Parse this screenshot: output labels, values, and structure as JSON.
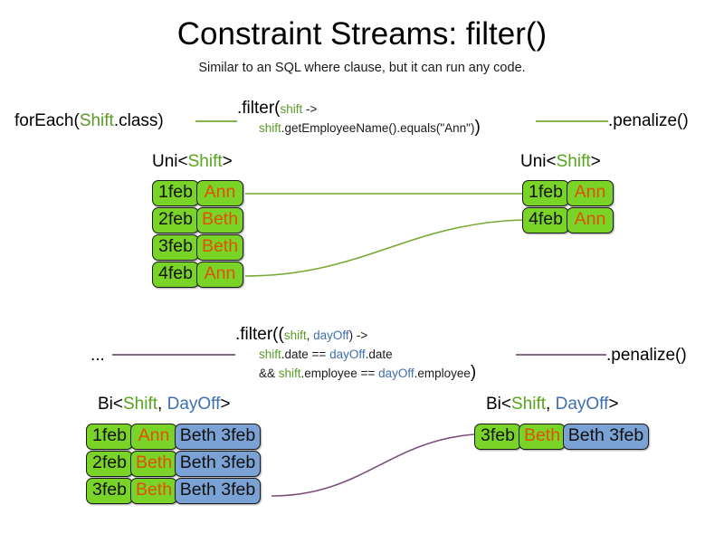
{
  "slide": {
    "title": "Constraint Streams: filter()",
    "subtitle": "Similar to an SQL where clause, but it can run any code."
  },
  "colors": {
    "green_fill": "#7ad327",
    "blue_fill": "#7ba2d4",
    "name_text": "#e2500a",
    "shift_token": "#5b9a27",
    "dayOff_token": "#3f6fae",
    "wire_green": "#76a832",
    "wire_purple": "#7b4f7b",
    "box_border": "#1a1a1a"
  },
  "uni_pipeline": {
    "source_label": "forEach(",
    "source_type": "Shift",
    "source_suffix": ".class)",
    "filter_head": ".filter(",
    "filter_param": "shift",
    "filter_arrow": " ->",
    "filter_body_prefix": "shift",
    "filter_body_rest": ".getEmployeeName().equals(\"Ann\")",
    "filter_close": ")",
    "penalize_label": ".penalize()",
    "input_type_label": {
      "prefix": "Uni<",
      "generic": "Shift",
      "suffix": ">"
    },
    "output_type_label": {
      "prefix": "Uni<",
      "generic": "Shift",
      "suffix": ">"
    },
    "input_rows": [
      {
        "date": "1feb",
        "name": "Ann"
      },
      {
        "date": "2feb",
        "name": "Beth"
      },
      {
        "date": "3feb",
        "name": "Beth"
      },
      {
        "date": "4feb",
        "name": "Ann"
      }
    ],
    "output_rows": [
      {
        "date": "1feb",
        "name": "Ann"
      },
      {
        "date": "4feb",
        "name": "Ann"
      }
    ]
  },
  "bi_pipeline": {
    "source_label": "...",
    "filter_head": ".filter((",
    "filter_param_1": "shift",
    "filter_param_sep": ", ",
    "filter_param_2": "dayOff",
    "filter_arrow": ") ->",
    "filter_line2": [
      {
        "text": "shift",
        "token": "shift"
      },
      {
        "text": ".date == ",
        "token": "plain"
      },
      {
        "text": "dayOff",
        "token": "dayOff"
      },
      {
        "text": ".date",
        "token": "plain"
      }
    ],
    "filter_line3": [
      {
        "text": "&& ",
        "token": "plain"
      },
      {
        "text": "shift",
        "token": "shift"
      },
      {
        "text": ".employee == ",
        "token": "plain"
      },
      {
        "text": "dayOff",
        "token": "dayOff"
      },
      {
        "text": ".employee",
        "token": "plain"
      }
    ],
    "filter_close": ")",
    "penalize_label": ".penalize()",
    "input_type_label": {
      "prefix": "Bi<",
      "generic1": "Shift",
      "sep": ", ",
      "generic2": "DayOff",
      "suffix": ">"
    },
    "output_type_label": {
      "prefix": "Bi<",
      "generic1": "Shift",
      "sep": ", ",
      "generic2": "DayOff",
      "suffix": ">"
    },
    "input_rows": [
      {
        "date": "1feb",
        "name": "Ann",
        "dayoff": "Beth 3feb"
      },
      {
        "date": "2feb",
        "name": "Beth",
        "dayoff": "Beth 3feb"
      },
      {
        "date": "3feb",
        "name": "Beth",
        "dayoff": "Beth 3feb"
      }
    ],
    "output_rows": [
      {
        "date": "3feb",
        "name": "Beth",
        "dayoff": "Beth 3feb"
      }
    ]
  }
}
